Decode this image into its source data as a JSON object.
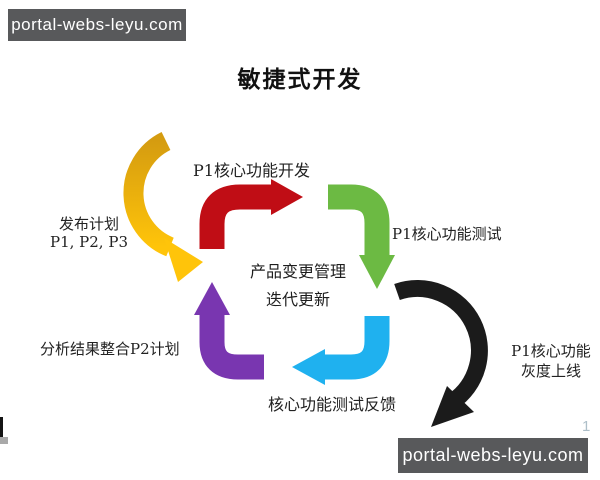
{
  "watermarks": {
    "top": "portal-webs-leyu.com",
    "bottom": "portal-webs-leyu.com",
    "background": "#58595B"
  },
  "page_indicator": "1",
  "diagram": {
    "title": "敏捷式开发",
    "center_label": {
      "line1": "产品变更管理",
      "line2": "迭代更新"
    },
    "steps": {
      "release_plan": {
        "line1": "发布计划",
        "line2": "P1, P2, P3"
      },
      "develop": "P1核心功能开发",
      "test": "P1核心功能测试",
      "gray_launch": {
        "line1": "P1核心功能",
        "line2": "灰度上线"
      },
      "feedback": "核心功能测试反馈",
      "analyze": "分析结果整合P2计划"
    },
    "arrow_colors": {
      "gold_dark": "#D59C10",
      "gold_light": "#FFC40A",
      "red": "#C00D15",
      "green": "#6CBA43",
      "cyan": "#1FB1EF",
      "purple": "#7936B0",
      "black": "#1B1B1B"
    }
  }
}
